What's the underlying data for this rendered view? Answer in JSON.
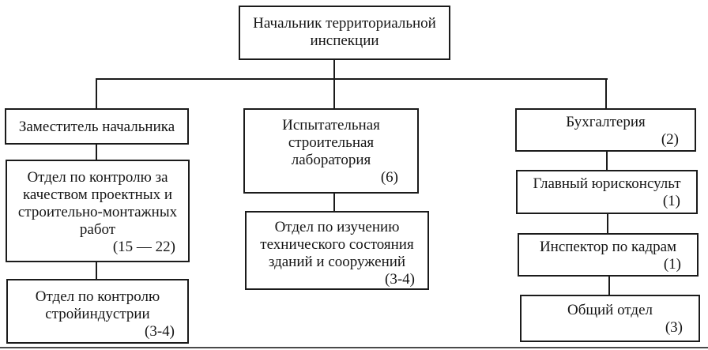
{
  "nodes": {
    "head": {
      "title": "Начальник территориальной\nинспекции"
    },
    "deputy": {
      "title": "Заместитель начальника"
    },
    "quality_control": {
      "title": "Отдел по контролю за\nкачеством проектных и\nстроительно-монтажных\nработ",
      "count": "(15 — 22)"
    },
    "industry_control": {
      "title": "Отдел по контролю\nстройиндустрии",
      "count": "(3-4)"
    },
    "laboratory": {
      "title": "Испытательная\nстроительная\nлаборатория",
      "count": "(6)"
    },
    "technical_condition": {
      "title": "Отдел по изучению\nтехнического состояния\nзданий и сооружений",
      "count": "(3-4)"
    },
    "accounting": {
      "title": "Бухгалтерия",
      "count": "(2)"
    },
    "legal": {
      "title": "Главный юрисконсульт",
      "count": "(1)"
    },
    "hr": {
      "title": "Инспектор по кадрам",
      "count": "(1)"
    },
    "general": {
      "title": "Общий отдел",
      "count": "(3)"
    }
  },
  "colors": {
    "line": "#1b1b1b",
    "text": "#151515",
    "background": "#ffffff"
  }
}
